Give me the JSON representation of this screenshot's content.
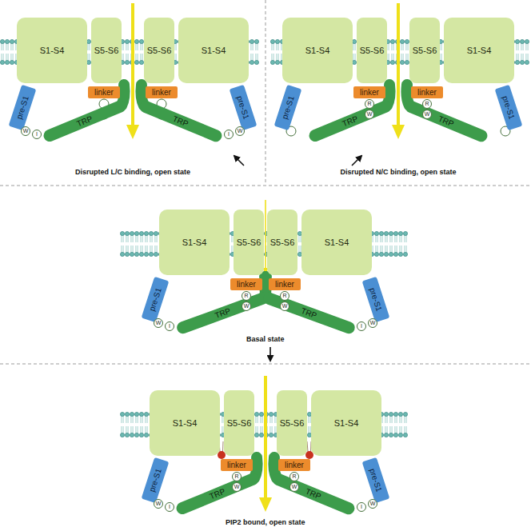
{
  "diagram": {
    "nodes": [
      {
        "text": [
          "S1-S4"
        ]
      },
      {
        "text": [
          "S5-S6"
        ]
      },
      {
        "text": [
          "S5-S6"
        ]
      },
      {
        "text": [
          "S1-S4"
        ]
      },
      {
        "text": [
          "pre-S1"
        ]
      },
      {
        "text": [
          "linker"
        ]
      },
      {
        "text": [
          "TRP"
        ]
      },
      {
        "text": [
          "linker"
        ]
      },
      {
        "text": [
          "TRP"
        ]
      },
      {
        "text": [
          "pre-S1"
        ]
      },
      {
        "text": [
          "W"
        ]
      },
      {
        "text": [
          "I"
        ]
      },
      {
        "text": [
          "W"
        ]
      },
      {
        "text": [
          "I"
        ]
      },
      {
        "text": [
          "S1-S4"
        ]
      },
      {
        "text": [
          "S5-S6"
        ]
      },
      {
        "text": [
          "S5-S6"
        ]
      },
      {
        "text": [
          "S1-S4"
        ]
      },
      {
        "text": [
          "pre-S1"
        ]
      },
      {
        "text": [
          "linker"
        ]
      },
      {
        "text": [
          "TRP"
        ]
      },
      {
        "text": [
          "linker"
        ]
      },
      {
        "text": [
          "TRP"
        ]
      },
      {
        "text": [
          "pre-S1"
        ]
      },
      {
        "text": [
          "R"
        ]
      },
      {
        "text": [
          "W"
        ]
      },
      {
        "text": [
          "R"
        ]
      },
      {
        "text": [
          "W"
        ]
      },
      {
        "text": [
          "S1-S4"
        ]
      },
      {
        "text": [
          "S5-S6"
        ]
      },
      {
        "text": [
          "S5-S6"
        ]
      },
      {
        "text": [
          "S1-S4"
        ]
      },
      {
        "text": [
          "pre-S1"
        ]
      },
      {
        "text": [
          "linker"
        ]
      },
      {
        "text": [
          "TRP"
        ]
      },
      {
        "text": [
          "linker"
        ]
      },
      {
        "text": [
          "TRP"
        ]
      },
      {
        "text": [
          "pre-S1"
        ]
      },
      {
        "text": [
          "R"
        ]
      },
      {
        "text": [
          "W"
        ]
      },
      {
        "text": [
          "W"
        ]
      },
      {
        "text": [
          "I"
        ]
      },
      {
        "text": [
          "R"
        ]
      },
      {
        "text": [
          "W"
        ]
      },
      {
        "text": [
          "W"
        ]
      },
      {
        "text": [
          "I"
        ]
      },
      {
        "text": [
          "S1-S4"
        ]
      },
      {
        "text": [
          "S5-S6"
        ]
      },
      {
        "text": [
          "S5-S6"
        ]
      },
      {
        "text": [
          "S1-S4"
        ]
      },
      {
        "text": [
          "pre-S1"
        ]
      },
      {
        "text": [
          "linker"
        ]
      },
      {
        "text": [
          "TRP"
        ]
      },
      {
        "text": [
          "linker"
        ]
      },
      {
        "text": [
          "TRP"
        ]
      },
      {
        "text": [
          "pre-S1"
        ]
      },
      {
        "text": [
          "R"
        ]
      },
      {
        "text": [
          "W"
        ]
      },
      {
        "text": [
          "W"
        ]
      },
      {
        "text": [
          "I"
        ]
      },
      {
        "text": [
          "R"
        ]
      },
      {
        "text": [
          "W"
        ]
      },
      {
        "text": [
          "W"
        ]
      },
      {
        "text": [
          "I"
        ]
      }
    ],
    "labels": [
      "Disrupted L/C binding, open state",
      "Disrupted N/C binding, open state",
      "Basal state",
      "PIP2 bound, open state"
    ]
  }
}
